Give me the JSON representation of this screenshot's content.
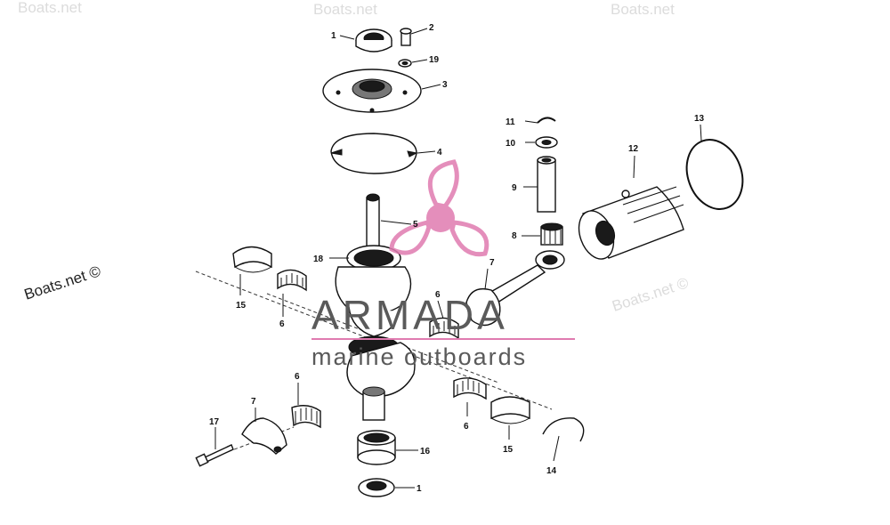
{
  "watermarks": {
    "main": "Boats.net ©",
    "right": "Boats.net ©",
    "faint": "Boats.net"
  },
  "brand": {
    "name": "ARMADA",
    "tagline": "marine outboards",
    "accent_color": "#e07bb0",
    "text_color": "#5a5a5a"
  },
  "callouts": [
    {
      "id": "c1a",
      "number": "1"
    },
    {
      "id": "c2",
      "number": "2"
    },
    {
      "id": "c19",
      "number": "19"
    },
    {
      "id": "c3",
      "number": "3"
    },
    {
      "id": "c4",
      "number": "4"
    },
    {
      "id": "c5",
      "number": "5"
    },
    {
      "id": "c18",
      "number": "18"
    },
    {
      "id": "c15a",
      "number": "15"
    },
    {
      "id": "c6a",
      "number": "6"
    },
    {
      "id": "c6b",
      "number": "6"
    },
    {
      "id": "c7a",
      "number": "7"
    },
    {
      "id": "c11",
      "number": "11"
    },
    {
      "id": "c10",
      "number": "10"
    },
    {
      "id": "c9",
      "number": "9"
    },
    {
      "id": "c8",
      "number": "8"
    },
    {
      "id": "c12",
      "number": "12"
    },
    {
      "id": "c13",
      "number": "13"
    },
    {
      "id": "c6c",
      "number": "6"
    },
    {
      "id": "c6d",
      "number": "6"
    },
    {
      "id": "c7b",
      "number": "7"
    },
    {
      "id": "c17",
      "number": "17"
    },
    {
      "id": "c16",
      "number": "16"
    },
    {
      "id": "c15b",
      "number": "15"
    },
    {
      "id": "c14",
      "number": "14"
    },
    {
      "id": "c1b",
      "number": "1"
    }
  ]
}
